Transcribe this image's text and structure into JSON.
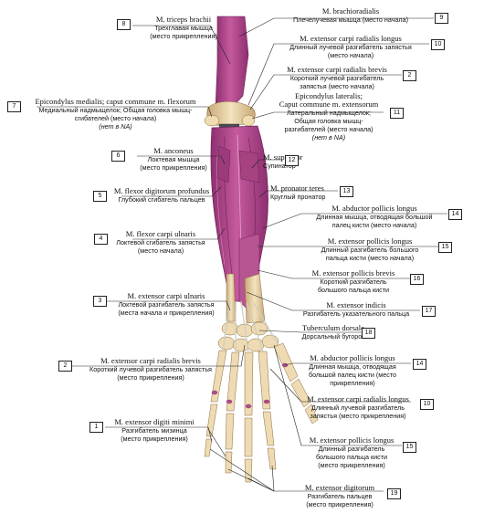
{
  "labels_left": [
    {
      "num": "8",
      "title": "M. triceps brachii",
      "sub": [
        "Трехглавая мышца",
        "(место прикрепления)"
      ]
    },
    {
      "num": "7",
      "title": "Epicondylus medialis; caput commune m. flexorum",
      "sub": [
        "Медиальный надмыщелок; Общая головка мышц-",
        "сгибателей (место начала)"
      ],
      "note": "(нет в NA)"
    },
    {
      "num": "6",
      "title": "M. anconeus",
      "sub": [
        "Локтевая мышца",
        "(место прикрепления)"
      ]
    },
    {
      "num": "5",
      "title": "M. flexor digitorum profundus",
      "sub": [
        "Глубокий сгибатель пальцев"
      ]
    },
    {
      "num": "4",
      "title": "M. flexor carpi ulnaris",
      "sub": [
        "Локтевой сгибатель запястья",
        "(место начала)"
      ]
    },
    {
      "num": "3",
      "title": "M. extensor carpi ulnaris",
      "sub": [
        "Локтевой разгибатель запястья",
        "(места начала и прикрепления)"
      ]
    },
    {
      "num": "2",
      "title": "M. extensor carpi radialis brevis",
      "sub": [
        "Короткий лучевой разгибатель запястья",
        "(место прикрепления)"
      ]
    },
    {
      "num": "1",
      "title": "M. extensor digiti minimi",
      "sub": [
        "Разгибатель мизинца",
        "(место прикрепления)"
      ]
    }
  ],
  "labels_right": [
    {
      "num": "9",
      "title": "M. brachioradialis",
      "sub": [
        "Плечелучевая мышца (место начала)"
      ]
    },
    {
      "num": "10",
      "title": "M. extensor carpi radialis longus",
      "sub": [
        "Длинный лучевой разгибатель запястья",
        "(место начала)"
      ]
    },
    {
      "num": "2",
      "title": "M. extensor carpi radialis brevis",
      "sub": [
        "Короткий лучевой разгибатель",
        "запястья (место начала)"
      ]
    },
    {
      "num": "11",
      "title": "Epicondylus lateralis;",
      "title2": "Caput commune m. extensorum",
      "sub": [
        "Латеральный надмыщелок;",
        "Общая головка мышц-",
        "разгибателей (место начала)"
      ],
      "note": "(нет в NA)"
    },
    {
      "num": "12",
      "title": "M. supinator",
      "sub": [
        "Супинатор"
      ]
    },
    {
      "num": "13",
      "title": "M. pronator teres",
      "sub": [
        "Круглый пронатор"
      ]
    },
    {
      "num": "14",
      "title": "M. abductor pollicis longus",
      "sub": [
        "Длинная мышца, отводящая большой",
        "палец кисти (место начала)"
      ]
    },
    {
      "num": "15",
      "title": "M. extensor pollicis longus",
      "sub": [
        "Длинный разгибатель большого",
        "пальца кисти (место начала)"
      ]
    },
    {
      "num": "16",
      "title": "M. extensor pollicis brevis",
      "sub": [
        "Короткий разгибатель",
        "большого пальца кисти"
      ]
    },
    {
      "num": "17",
      "title": "M. extensor indicis",
      "sub": [
        "Разгибатель указательного пальца"
      ]
    },
    {
      "num": "18",
      "title": "Tuberculum dorsale",
      "sub": [
        "Дорсальный бугорок"
      ]
    },
    {
      "num": "14",
      "title": "M. abductor pollicis longus",
      "sub": [
        "Длинная мышца, отводящая",
        "большой палец кисти (место",
        "прикрепления)"
      ]
    },
    {
      "num": "10",
      "title": "M. extensor carpi radialis longus",
      "sub": [
        "Длинный лучевой разгибатель",
        "запястья (место прикрепления)"
      ]
    },
    {
      "num": "15",
      "title": "M. extensor pollicis longus",
      "sub": [
        "Длинный разгибатель",
        "большого пальца кисти",
        "(место прикрепления)"
      ]
    },
    {
      "num": "19",
      "title": "M. extensor digitorum",
      "sub": [
        "Разгибатель пальцев",
        "(место прикрепления)"
      ]
    }
  ],
  "colors": {
    "muscle": "#b24d8f",
    "muscle_dark": "#8e2f70",
    "muscle_light": "#d88ab9",
    "bone": "#e9d3a8",
    "bone_shade": "#c9a978",
    "tendon": "#dcdcd2",
    "leader": "#222222"
  }
}
